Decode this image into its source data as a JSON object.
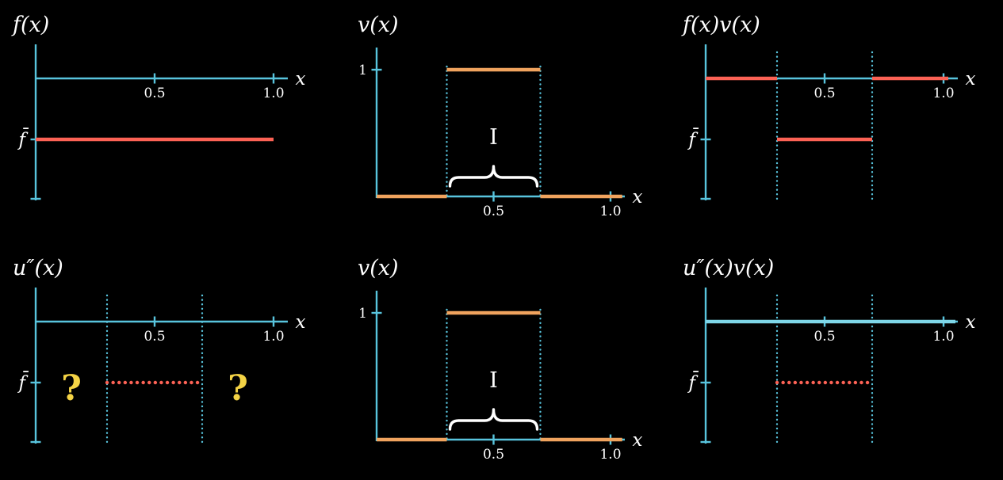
{
  "background": "#000000",
  "colors": {
    "axis": "#58C4DD",
    "red": "#FC6255",
    "orange": "#F0A35E",
    "cyan": "#7ED6E8",
    "yellow": "#F4D345",
    "white": "#FFFFFF"
  },
  "axis_labels": {
    "x": "x",
    "fbar": "f̄",
    "one": "1"
  },
  "x_ticks": [
    {
      "value": 0.5,
      "label": "0.5"
    },
    {
      "value": 1.0,
      "label": "1.0"
    }
  ],
  "interval": {
    "start": 0.3,
    "end": 0.7,
    "label": "I"
  },
  "question_mark": "?",
  "question_mark_positions": [
    0.15,
    0.85
  ],
  "levels": {
    "zero": 0,
    "one": 1,
    "fbar": "f̄"
  },
  "chart_data": [
    {
      "key": "f",
      "type": "line",
      "layout": "fbar",
      "row": 0,
      "col": 0,
      "title": "f(x)",
      "y_axis_tick": "fbar",
      "x_range": [
        0,
        1
      ],
      "segments": [
        {
          "x1": 0,
          "x2": 1.0,
          "level": "fbar",
          "color": "red",
          "dotted": false
        }
      ],
      "show_interval_lines": false,
      "show_brace": false,
      "show_question_marks": false
    },
    {
      "key": "v-top",
      "type": "line",
      "layout": "v",
      "row": 0,
      "col": 1,
      "title": "v(x)",
      "y_axis_tick": "one",
      "x_range": [
        0,
        1
      ],
      "segments": [
        {
          "x1": 0,
          "x2": 0.3,
          "level": "zero",
          "color": "orange",
          "dotted": false
        },
        {
          "x1": 0.3,
          "x2": 0.7,
          "level": "one",
          "color": "orange",
          "dotted": false
        },
        {
          "x1": 0.7,
          "x2": 1.05,
          "level": "zero",
          "color": "orange",
          "dotted": false
        }
      ],
      "show_interval_lines": true,
      "show_brace": true,
      "show_question_marks": false
    },
    {
      "key": "fv",
      "type": "line",
      "layout": "fbar",
      "row": 0,
      "col": 2,
      "title": "f(x)v(x)",
      "y_axis_tick": "fbar",
      "x_range": [
        0,
        1
      ],
      "segments": [
        {
          "x1": 0,
          "x2": 0.3,
          "level": "zero",
          "color": "red",
          "dotted": false
        },
        {
          "x1": 0.3,
          "x2": 0.7,
          "level": "fbar",
          "color": "red",
          "dotted": false
        },
        {
          "x1": 0.7,
          "x2": 1.02,
          "level": "zero",
          "color": "red",
          "dotted": false
        }
      ],
      "show_interval_lines": true,
      "show_brace": false,
      "show_question_marks": false
    },
    {
      "key": "u-second",
      "type": "line",
      "layout": "fbar",
      "row": 1,
      "col": 0,
      "title": "u″(x)",
      "y_axis_tick": "fbar",
      "x_range": [
        0,
        1
      ],
      "segments": [
        {
          "x1": 0.3,
          "x2": 0.7,
          "level": "fbar",
          "color": "red",
          "dotted": true
        }
      ],
      "show_interval_lines": true,
      "show_brace": false,
      "show_question_marks": true
    },
    {
      "key": "v-bottom",
      "type": "line",
      "layout": "v",
      "row": 1,
      "col": 1,
      "title": "v(x)",
      "y_axis_tick": "one",
      "x_range": [
        0,
        1
      ],
      "segments": [
        {
          "x1": 0,
          "x2": 0.3,
          "level": "zero",
          "color": "orange",
          "dotted": false
        },
        {
          "x1": 0.3,
          "x2": 0.7,
          "level": "one",
          "color": "orange",
          "dotted": false
        },
        {
          "x1": 0.7,
          "x2": 1.05,
          "level": "zero",
          "color": "orange",
          "dotted": false
        }
      ],
      "show_interval_lines": true,
      "show_brace": true,
      "show_question_marks": false
    },
    {
      "key": "u-second-v",
      "type": "line",
      "layout": "fbar",
      "row": 1,
      "col": 2,
      "title": "u″(x)v(x)",
      "y_axis_tick": "fbar",
      "x_range": [
        0,
        1
      ],
      "segments": [
        {
          "x1": 0,
          "x2": 1.05,
          "level": "zero",
          "color": "cyan",
          "dotted": false
        },
        {
          "x1": 0.3,
          "x2": 0.7,
          "level": "fbar",
          "color": "red",
          "dotted": true
        }
      ],
      "show_interval_lines": true,
      "show_brace": false,
      "show_question_marks": false
    }
  ]
}
